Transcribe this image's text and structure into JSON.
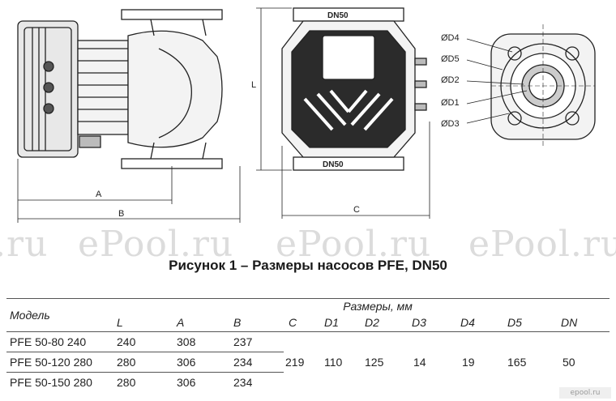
{
  "watermark": {
    "text": "ePool.ru",
    "partial": "l.ru"
  },
  "drawing": {
    "side_view": {
      "dim_a": "A",
      "dim_b": "B"
    },
    "front_view": {
      "label_top": "DN50",
      "label_bottom": "DN50",
      "dim_l": "L",
      "dim_c": "C"
    },
    "flange_view": {
      "labels": [
        "ØD4",
        "ØD5",
        "ØD2",
        "ØD1",
        "ØD3"
      ]
    }
  },
  "caption": "Рисунок 1 – Размеры насосов PFE, DN50",
  "table": {
    "model_header": "Модель",
    "group_header": "Размеры, мм",
    "columns": [
      "L",
      "A",
      "B",
      "C",
      "D1",
      "D2",
      "D3",
      "D4",
      "D5",
      "DN"
    ],
    "rows": [
      {
        "model": "PFE 50-80 240",
        "L": "240",
        "A": "308",
        "B": "237"
      },
      {
        "model": "PFE 50-120 280",
        "L": "280",
        "A": "306",
        "B": "234"
      },
      {
        "model": "PFE 50-150 280",
        "L": "280",
        "A": "306",
        "B": "234"
      }
    ],
    "common": {
      "C": "219",
      "D1": "110",
      "D2": "125",
      "D3": "14",
      "D4": "19",
      "D5": "165",
      "DN": "50"
    }
  },
  "badge": "epool.ru"
}
